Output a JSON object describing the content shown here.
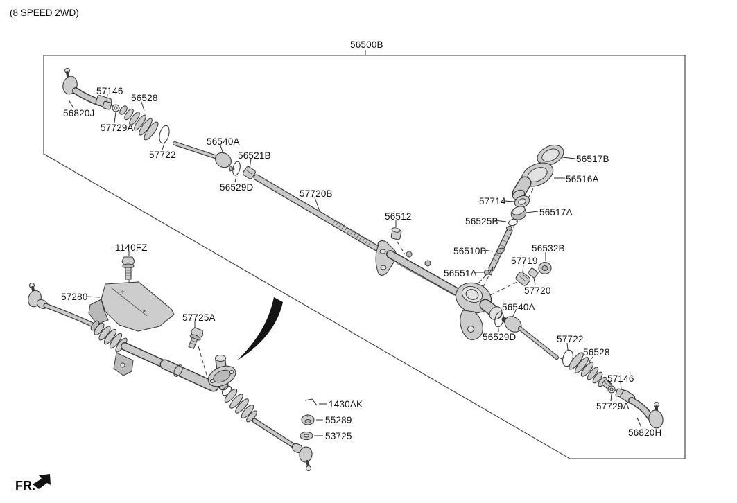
{
  "title": "(8 SPEED 2WD)",
  "colors": {
    "line": "#2e2e2e",
    "part_fill": "#cdcdcd",
    "background": "#ffffff",
    "arrow": "#141414"
  },
  "labels": {
    "title": "(8 SPEED 2WD)",
    "assembly": "56500B",
    "fr": "FR.",
    "l56820J": "56820J",
    "l57146_left": "57146",
    "l56528_left": "56528",
    "l57729A_left": "57729A",
    "l57722_left": "57722",
    "l56540A_left": "56540A",
    "l56521B": "56521B",
    "l56529D_left": "56529D",
    "l57720B": "57720B",
    "l56512": "56512",
    "l57714": "57714",
    "l56517B": "56517B",
    "l56516A": "56516A",
    "l56517A": "56517A",
    "l56525B": "56525B",
    "l56510B": "56510B",
    "l56551A": "56551A",
    "l56532B": "56532B",
    "l57719": "57719",
    "l57720": "57720",
    "l56540A_right": "56540A",
    "l56529D_right": "56529D",
    "l57722_right": "57722",
    "l56528_right": "56528",
    "l57146_right": "57146",
    "l57729A_right": "57729A",
    "l56820H": "56820H",
    "l1140FZ": "1140FZ",
    "l57280": "57280",
    "l57725A": "57725A",
    "l1430AK": "1430AK",
    "l55289": "55289",
    "l53725": "53725"
  }
}
